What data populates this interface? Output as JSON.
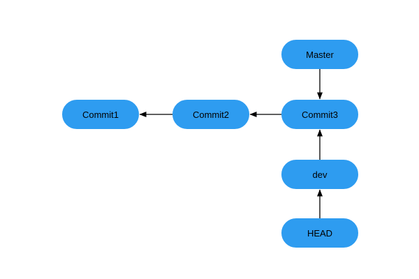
{
  "diagram": {
    "title": "git-commit-branch-diagram",
    "nodes": [
      {
        "id": "master",
        "label": "Master"
      },
      {
        "id": "commit3",
        "label": "Commit3"
      },
      {
        "id": "commit2",
        "label": "Commit2"
      },
      {
        "id": "commit1",
        "label": "Commit1"
      },
      {
        "id": "dev",
        "label": "dev"
      },
      {
        "id": "head",
        "label": "HEAD"
      }
    ],
    "edges": [
      {
        "from": "Master",
        "to": "Commit3",
        "direction": "down"
      },
      {
        "from": "Commit3",
        "to": "Commit2",
        "direction": "left"
      },
      {
        "from": "Commit2",
        "to": "Commit1",
        "direction": "left"
      },
      {
        "from": "dev",
        "to": "Commit3",
        "direction": "up"
      },
      {
        "from": "HEAD",
        "to": "dev",
        "direction": "up"
      }
    ],
    "colors": {
      "node_fill": "#2E9CF0",
      "node_stroke": "#2E9CF0",
      "edge": "#000000",
      "text": "#000000",
      "background": "#FFFFFF"
    }
  }
}
